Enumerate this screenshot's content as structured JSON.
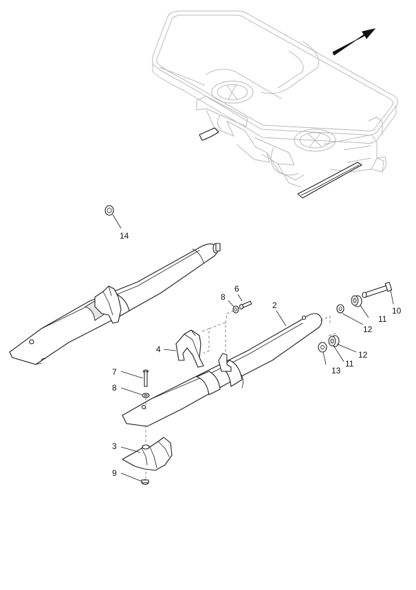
{
  "callouts": [
    {
      "id": "c14",
      "label": "14"
    },
    {
      "id": "c6",
      "label": "6"
    },
    {
      "id": "c8a",
      "label": "8"
    },
    {
      "id": "c2",
      "label": "2"
    },
    {
      "id": "c10",
      "label": "10"
    },
    {
      "id": "c11a",
      "label": "11"
    },
    {
      "id": "c12a",
      "label": "12"
    },
    {
      "id": "c4",
      "label": "4"
    },
    {
      "id": "c12b",
      "label": "12"
    },
    {
      "id": "c13",
      "label": "13"
    },
    {
      "id": "c11b",
      "label": "11"
    },
    {
      "id": "c7",
      "label": "7"
    },
    {
      "id": "c8b",
      "label": "8"
    },
    {
      "id": "c3",
      "label": "3"
    },
    {
      "id": "c9",
      "label": "9"
    }
  ],
  "colors": {
    "ink": "#1a1a1a",
    "ghost": "#b8b8b8",
    "background": "#ffffff"
  }
}
